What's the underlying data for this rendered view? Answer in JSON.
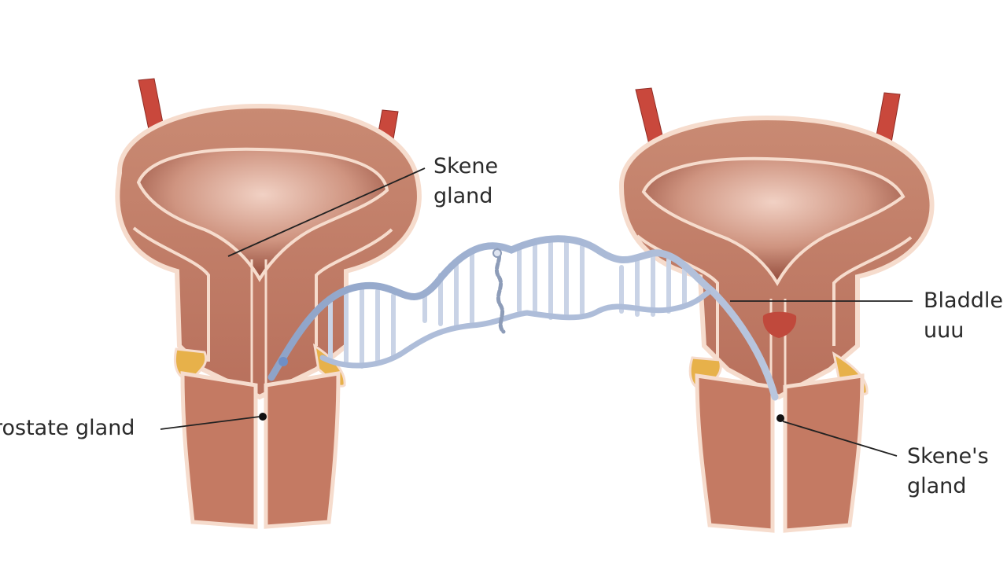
{
  "labels": {
    "skene_top": {
      "line1": "Skene",
      "line2": "gland"
    },
    "prostate": {
      "line1": "rostate gland"
    },
    "bladder": {
      "line1": "Bladdle",
      "line2": "uuu"
    },
    "skenes_bottom": {
      "line1": "Skene's",
      "line2": "gland"
    }
  },
  "colors": {
    "tissue": "#c47a63",
    "tissue_dark": "#a95d49",
    "outline": "#f6dccd",
    "cavity": "#b77260",
    "vessel": "#c9483c",
    "gland_yellow": "#e7b14a",
    "dna_strand": "#9fb3d6",
    "dna_rung": "#c9d3e6",
    "leader": "#222222"
  }
}
